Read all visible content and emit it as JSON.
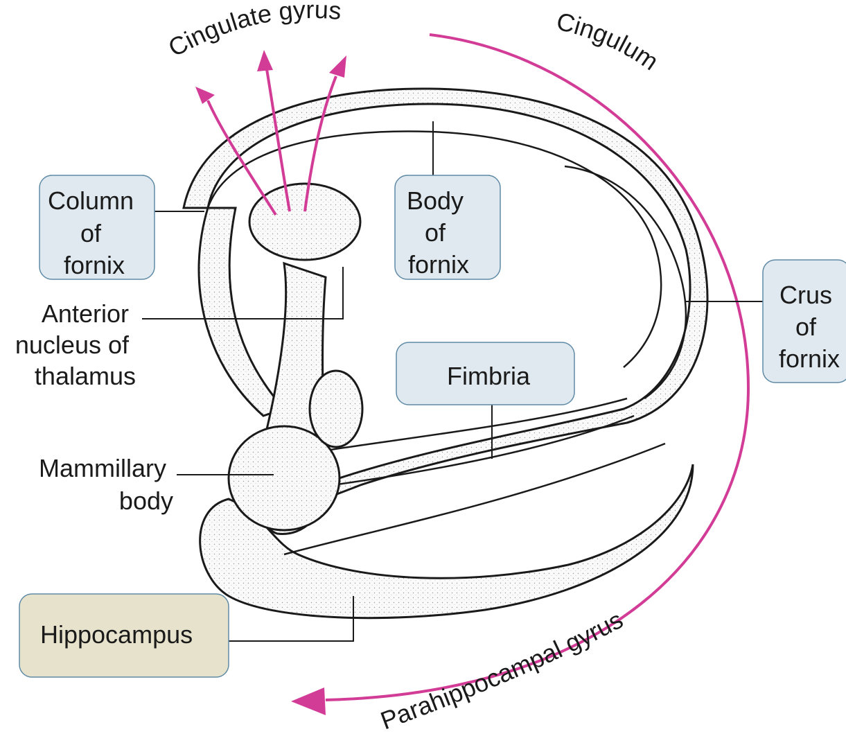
{
  "labels": {
    "cingulate_gyrus": "Cingulate gyrus",
    "cingulum": "Cingulum",
    "column_of_fornix": [
      "Column",
      "of",
      "fornix"
    ],
    "body_of_fornix": [
      "Body",
      "of",
      "fornix"
    ],
    "crus_of_fornix": [
      "Crus",
      "of",
      "fornix"
    ],
    "anterior_nucleus": [
      "Anterior",
      "nucleus of",
      "thalamus"
    ],
    "fimbria": "Fimbria",
    "mammillary_body": [
      "Mammillary",
      "body"
    ],
    "hippocampus": "Hippocampus",
    "parahippocampal_gyrus": "Parahippocampal gyrus"
  },
  "colors": {
    "arrow": "#d23c96",
    "box_blue_fill": "#dfe9ef",
    "box_tan_fill": "#e6e2cb",
    "box_border": "#5f8aa5",
    "ink": "#1a1a1a"
  }
}
